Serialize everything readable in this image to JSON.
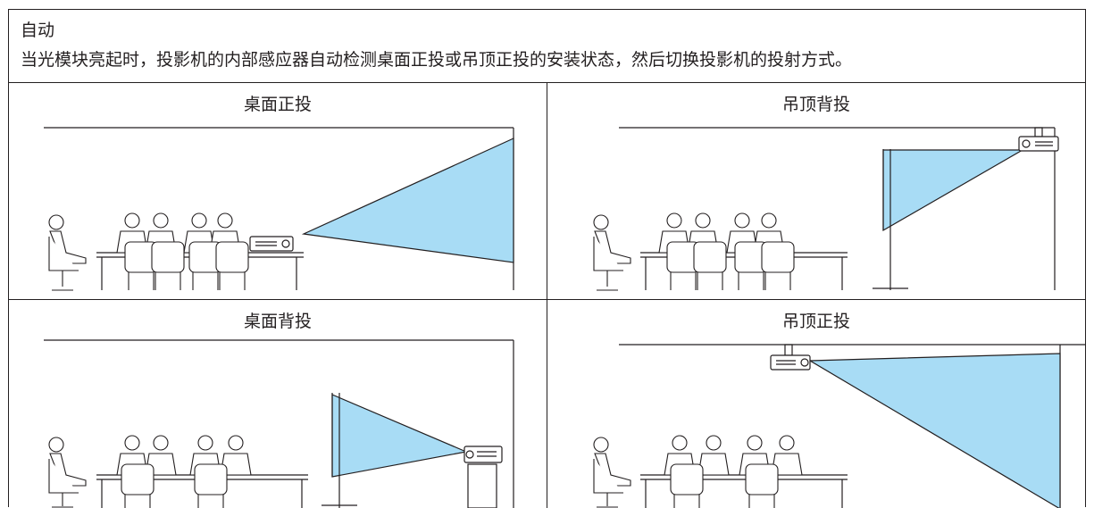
{
  "header": {
    "title": "自动",
    "description": "当光模块亮起时，投影机的内部感应器自动检测桌面正投或吊顶正投的安装状态，然后切换投影机的投射方式。"
  },
  "panels": [
    {
      "label": "桌面正投"
    },
    {
      "label": "吊顶背投"
    },
    {
      "label": "桌面背投"
    },
    {
      "label": "吊顶正投"
    }
  ],
  "colors": {
    "line": "#231f20",
    "beam": "#a8dcf5"
  }
}
